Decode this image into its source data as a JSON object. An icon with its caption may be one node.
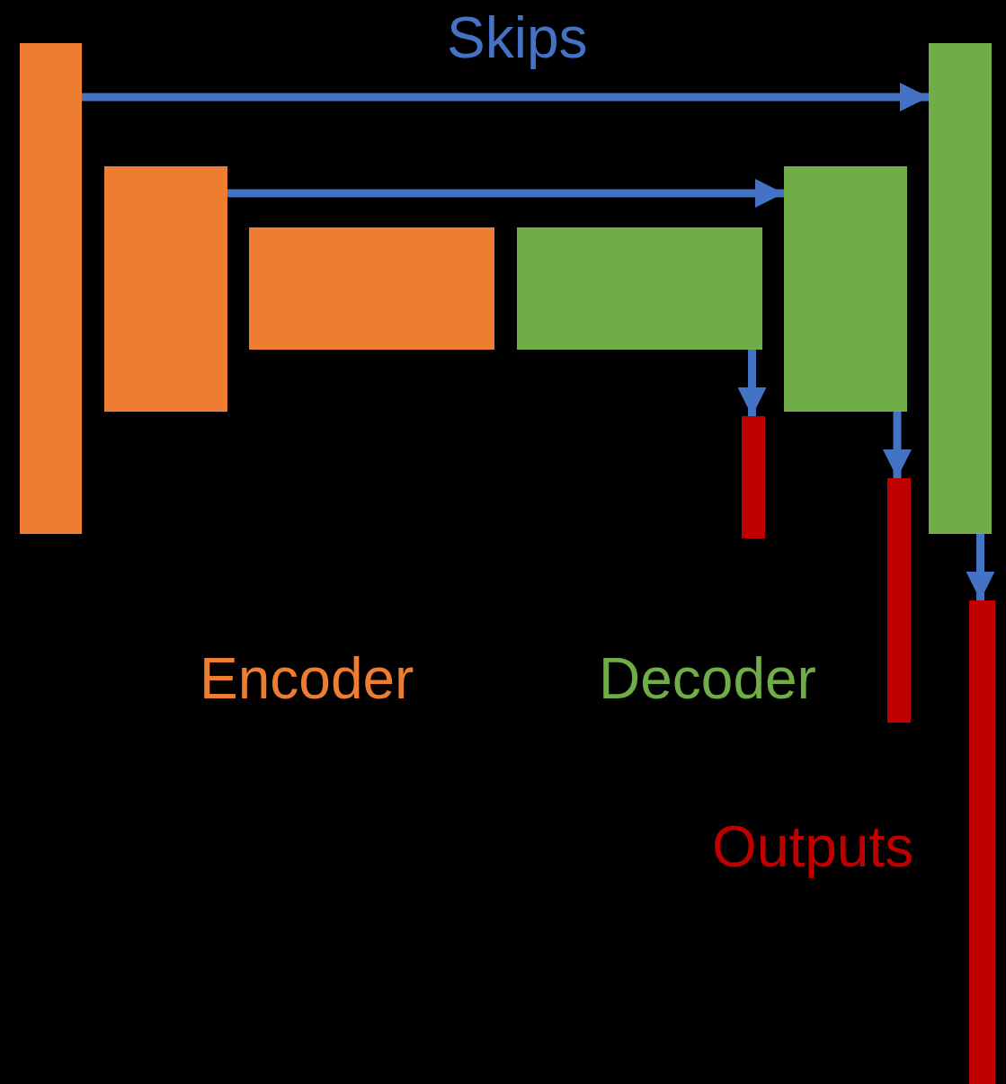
{
  "diagram": {
    "nodes": [
      {
        "text": [],
        "shape": "box"
      },
      {
        "text": [],
        "shape": "box"
      },
      {
        "text": [],
        "shape": "box"
      },
      {
        "text": [],
        "shape": "box"
      },
      {
        "text": [],
        "shape": "box"
      },
      {
        "text": [],
        "shape": "box"
      },
      {
        "text": [],
        "shape": "box"
      },
      {
        "text": [],
        "shape": "box"
      },
      {
        "text": [],
        "shape": "box"
      }
    ],
    "edges": [
      {
        "from": 0,
        "to": 7,
        "arrow": "to"
      },
      {
        "from": 1,
        "to": 5,
        "arrow": "to"
      },
      {
        "from": 3,
        "to": 4,
        "arrow": "to"
      },
      {
        "from": 5,
        "to": 6,
        "arrow": "to"
      },
      {
        "from": 7,
        "to": 8,
        "arrow": "to"
      }
    ],
    "labels": [
      "Skips",
      "Encoder",
      "Decoder",
      "Outputs"
    ]
  }
}
